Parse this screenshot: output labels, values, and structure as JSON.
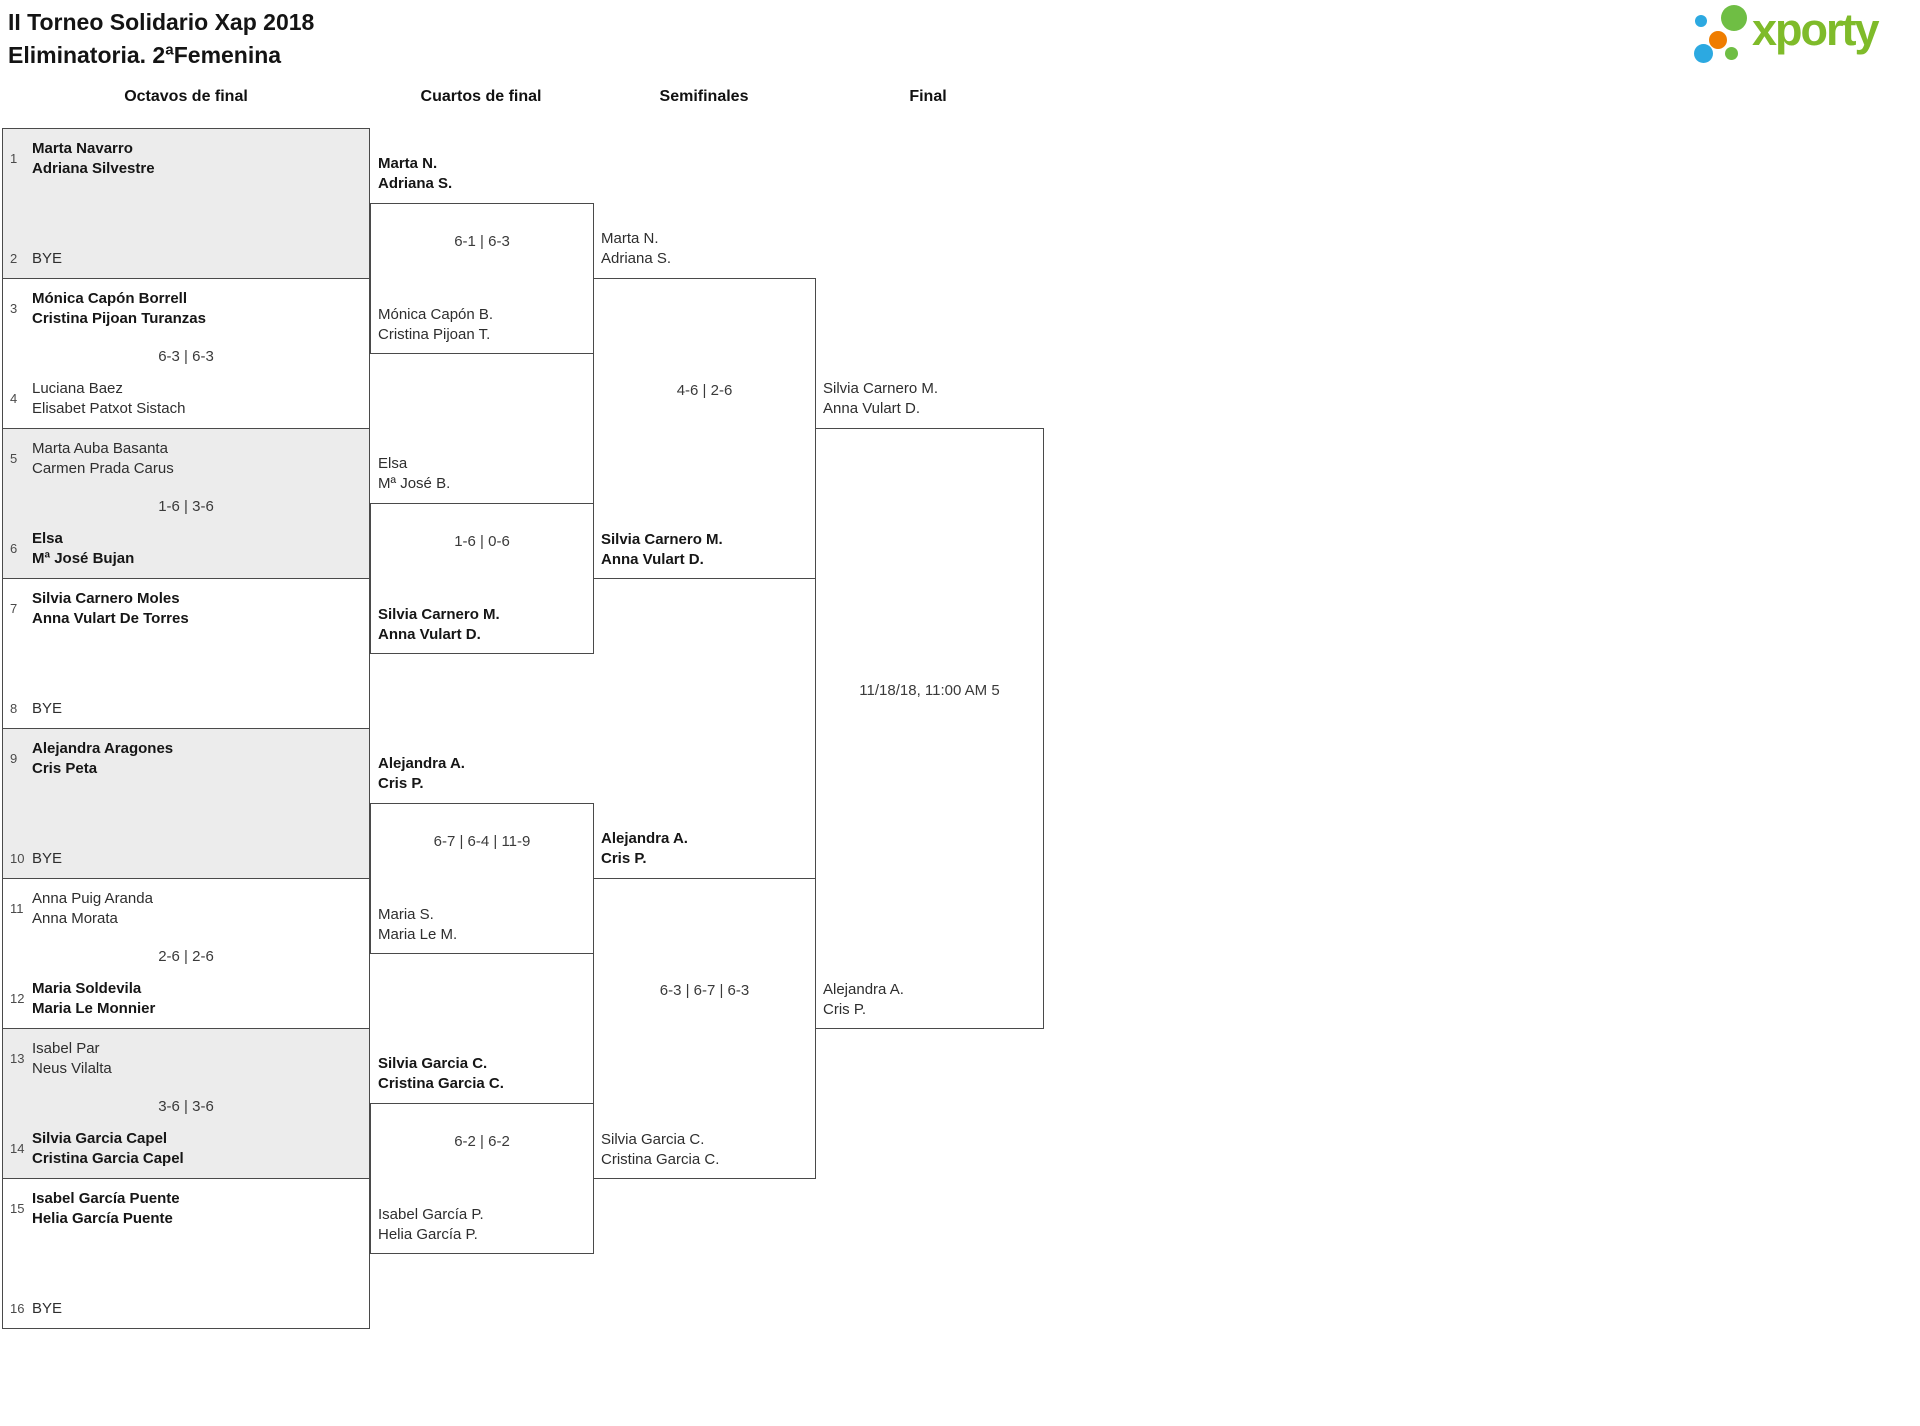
{
  "title": {
    "line1": "II Torneo Solidario Xap 2018",
    "line2": "Eliminatoria. 2ªFemenina"
  },
  "logo": {
    "brand": "xporty",
    "colors": {
      "green": "#6FBE44",
      "blue": "#2CA9E1",
      "orange": "#EF7D00",
      "wordmark": "#7FBB2A"
    }
  },
  "round_headers": [
    "Octavos de final",
    "Cuartos de final",
    "Semifinales",
    "Final"
  ],
  "octavos": [
    {
      "seed_a": "1",
      "a1": "Marta Navarro",
      "a2": "Adriana Silvestre",
      "a_win": true,
      "score": "",
      "seed_b": "2",
      "b1": "BYE",
      "b2": "",
      "b_win": false
    },
    {
      "seed_a": "3",
      "a1": "Mónica Capón Borrell",
      "a2": "Cristina Pijoan Turanzas",
      "a_win": true,
      "score": "6-3 | 6-3",
      "seed_b": "4",
      "b1": "Luciana Baez",
      "b2": "Elisabet Patxot Sistach",
      "b_win": false
    },
    {
      "seed_a": "5",
      "a1": "Marta Auba Basanta",
      "a2": "Carmen Prada Carus",
      "a_win": false,
      "score": "1-6 | 3-6",
      "seed_b": "6",
      "b1": "Elsa",
      "b2": "Mª José Bujan",
      "b_win": true
    },
    {
      "seed_a": "7",
      "a1": "Silvia Carnero Moles",
      "a2": "Anna Vulart De Torres",
      "a_win": true,
      "score": "",
      "seed_b": "8",
      "b1": "BYE",
      "b2": "",
      "b_win": false
    },
    {
      "seed_a": "9",
      "a1": "Alejandra Aragones",
      "a2": "Cris Peta",
      "a_win": true,
      "score": "",
      "seed_b": "10",
      "b1": "BYE",
      "b2": "",
      "b_win": false
    },
    {
      "seed_a": "11",
      "a1": "Anna Puig Aranda",
      "a2": "Anna Morata",
      "a_win": false,
      "score": "2-6 | 2-6",
      "seed_b": "12",
      "b1": "Maria Soldevila",
      "b2": "Maria Le Monnier",
      "b_win": true
    },
    {
      "seed_a": "13",
      "a1": "Isabel Par",
      "a2": "Neus Vilalta",
      "a_win": false,
      "score": "3-6 | 3-6",
      "seed_b": "14",
      "b1": "Silvia Garcia Capel",
      "b2": "Cristina Garcia Capel",
      "b_win": true
    },
    {
      "seed_a": "15",
      "a1": "Isabel García Puente",
      "a2": "Helia García Puente",
      "a_win": true,
      "score": "",
      "seed_b": "16",
      "b1": "BYE",
      "b2": "",
      "b_win": false
    }
  ],
  "cuartos": [
    {
      "a1": "Marta N.",
      "a2": "Adriana S.",
      "a_win": true,
      "score": "6-1 | 6-3",
      "b1": "Mónica Capón B.",
      "b2": "Cristina Pijoan T.",
      "b_win": false
    },
    {
      "a1": "Elsa",
      "a2": "Mª José B.",
      "a_win": false,
      "score": "1-6 | 0-6",
      "b1": "Silvia Carnero M.",
      "b2": "Anna Vulart D.",
      "b_win": true
    },
    {
      "a1": "Alejandra A.",
      "a2": "Cris P.",
      "a_win": true,
      "score": "6-7 | 6-4 | 11-9",
      "b1": "Maria S.",
      "b2": "Maria Le M.",
      "b_win": false
    },
    {
      "a1": "Silvia Garcia C.",
      "a2": "Cristina Garcia C.",
      "a_win": true,
      "score": "6-2 | 6-2",
      "b1": "Isabel García P.",
      "b2": "Helia García P.",
      "b_win": false
    }
  ],
  "semifinales": [
    {
      "a1": "Marta N.",
      "a2": "Adriana S.",
      "a_win": false,
      "score": "4-6 | 2-6",
      "b1": "Silvia Carnero M.",
      "b2": "Anna Vulart D.",
      "b_win": true
    },
    {
      "a1": "Alejandra A.",
      "a2": "Cris P.",
      "a_win": true,
      "score": "6-3 | 6-7 | 6-3",
      "b1": "Silvia Garcia C.",
      "b2": "Cristina Garcia C.",
      "b_win": false
    }
  ],
  "final": {
    "a1": "Silvia Carnero M.",
    "a2": "Anna Vulart D.",
    "a_win": false,
    "schedule": "11/18/18, 11:00 AM 5",
    "b1": "Alejandra A.",
    "b2": "Cris P.",
    "b_win": false
  }
}
